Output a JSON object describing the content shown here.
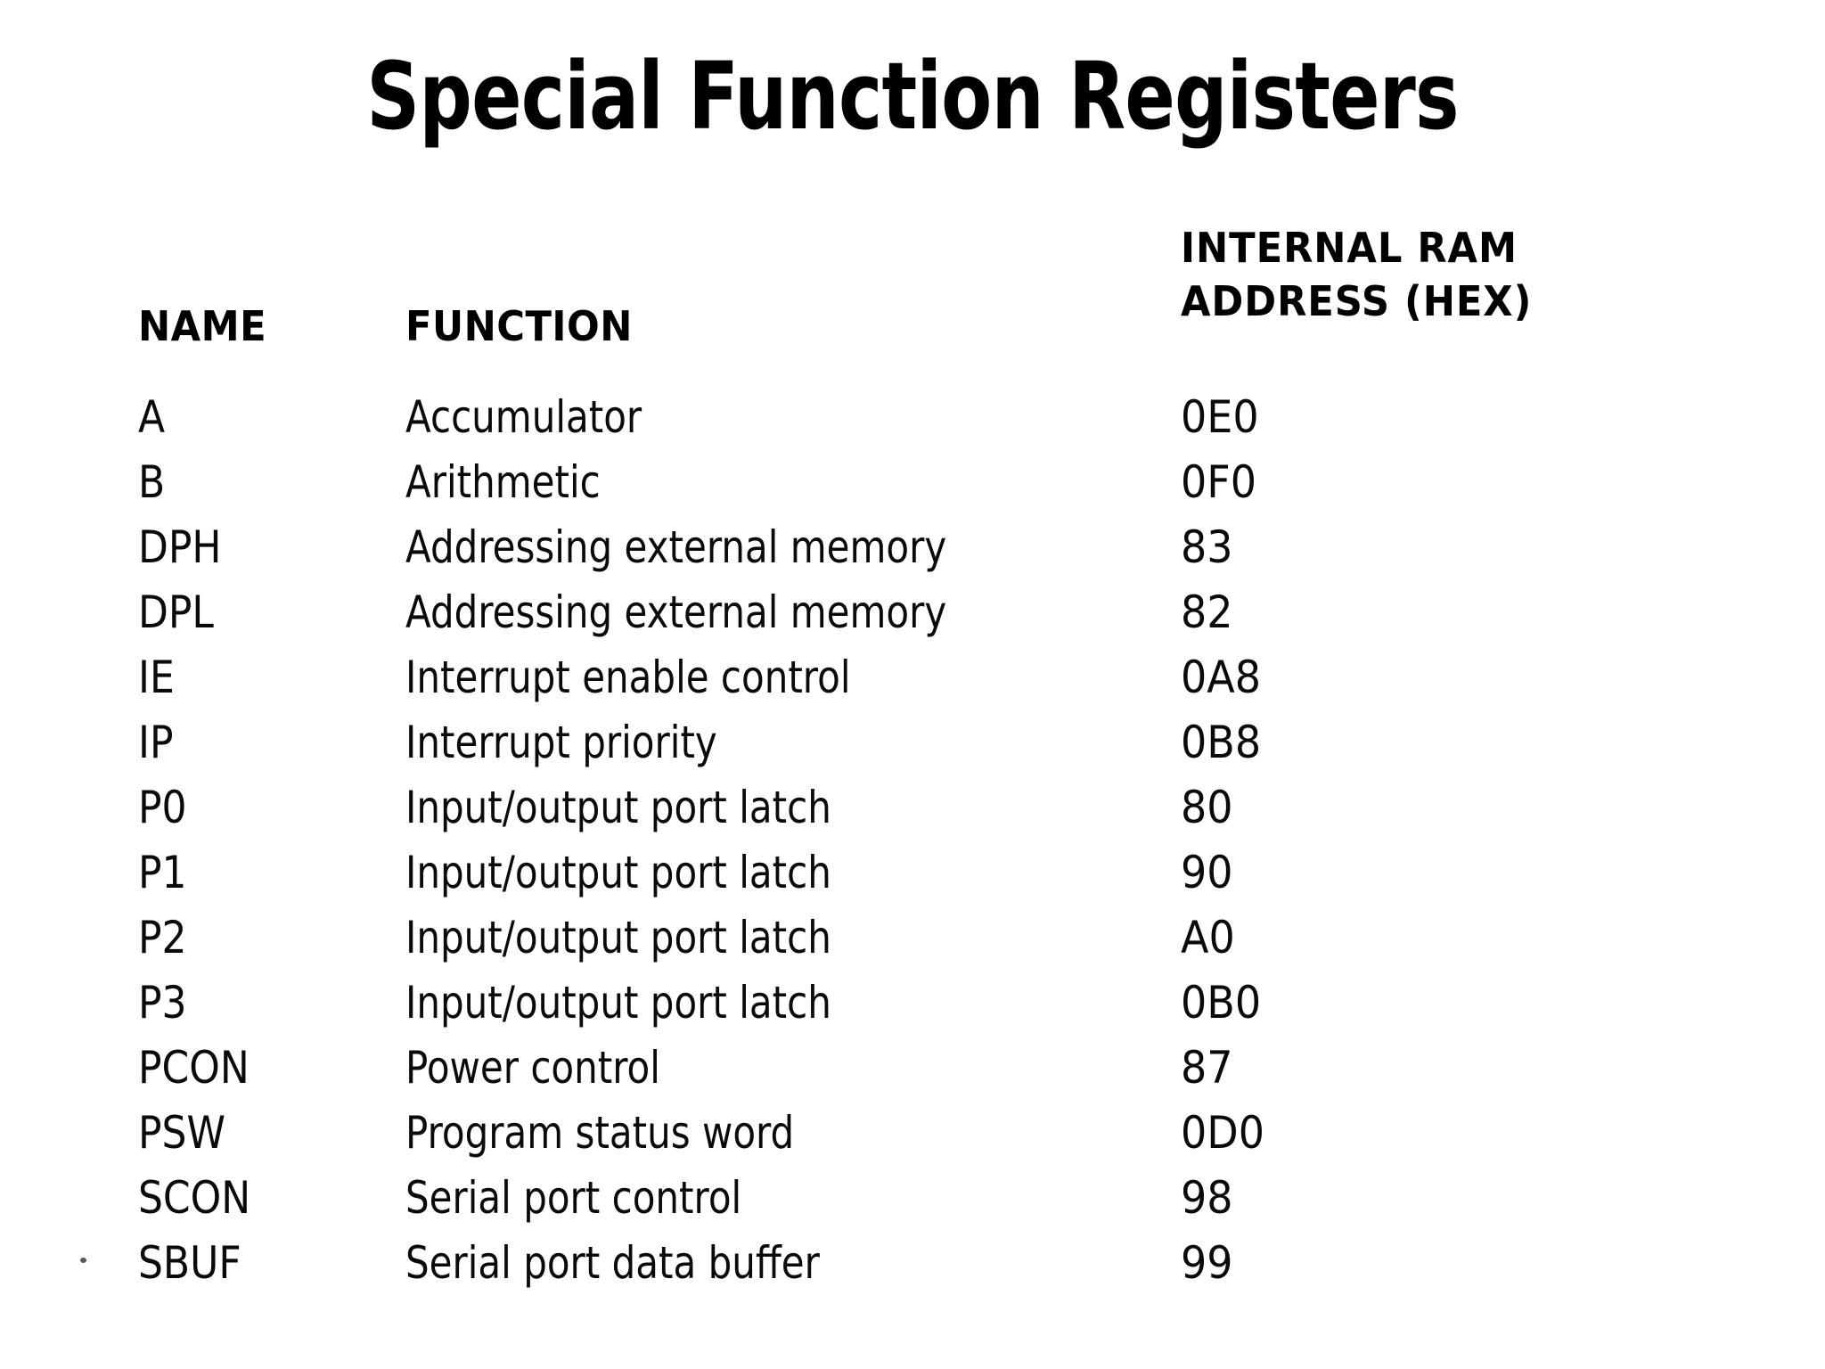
{
  "page": {
    "title": "Special Function Registers",
    "background_color": "#ffffff",
    "text_color": "#000000"
  },
  "table": {
    "headers": {
      "name": "NAME",
      "function": "FUNCTION",
      "address_line1": "INTERNAL RAM",
      "address_line2": "ADDRESS (HEX)"
    },
    "rows": [
      {
        "name": "A",
        "function": "Accumulator",
        "address": "0E0"
      },
      {
        "name": "B",
        "function": "Arithmetic",
        "address": "0F0"
      },
      {
        "name": "DPH",
        "function": "Addressing external memory",
        "address": "83"
      },
      {
        "name": "DPL",
        "function": "Addressing external memory",
        "address": "82"
      },
      {
        "name": "IE",
        "function": "Interrupt enable control",
        "address": "0A8"
      },
      {
        "name": "IP",
        "function": "Interrupt priority",
        "address": "0B8"
      },
      {
        "name": "P0",
        "function": "Input/output port latch",
        "address": "80"
      },
      {
        "name": "P1",
        "function": "Input/output port latch",
        "address": "90"
      },
      {
        "name": "P2",
        "function": "Input/output port latch",
        "address": "A0"
      },
      {
        "name": "P3",
        "function": "Input/output port latch",
        "address": "0B0"
      },
      {
        "name": "PCON",
        "function": "Power control",
        "address": "87"
      },
      {
        "name": "PSW",
        "function": "Program status word",
        "address": "0D0"
      },
      {
        "name": "SCON",
        "function": "Serial port control",
        "address": "98"
      },
      {
        "name": "SBUF",
        "function": "Serial port data buffer",
        "address": "99"
      }
    ]
  }
}
